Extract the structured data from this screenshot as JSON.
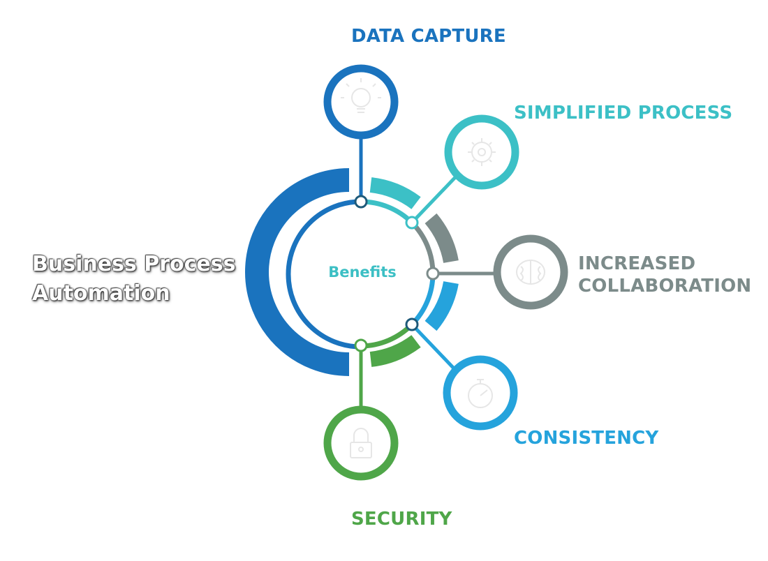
{
  "title": {
    "line1": "Business Process",
    "line2": "Automation"
  },
  "center_label": "Benefits",
  "nodes": [
    {
      "key": "data_capture",
      "label_lines": [
        "DATA CAPTURE"
      ],
      "color": "#1a73be",
      "icon": "lightbulb-icon"
    },
    {
      "key": "simplified_process",
      "label_lines": [
        "SIMPLIFIED PROCESS"
      ],
      "color": "#3cc0c6",
      "icon": "gear-icon"
    },
    {
      "key": "increased_collaboration",
      "label_lines": [
        "INCREASED",
        "COLLABORATION"
      ],
      "color": "#7c8b8a",
      "icon": "brain-icon"
    },
    {
      "key": "consistency",
      "label_lines": [
        "CONSISTENCY"
      ],
      "color": "#25a3dc",
      "icon": "stopwatch-icon"
    },
    {
      "key": "security",
      "label_lines": [
        "SECURITY"
      ],
      "color": "#4fa649",
      "icon": "lock-icon"
    }
  ],
  "colors": {
    "data_capture": "#1a73be",
    "simplified_process": "#3cc0c6",
    "increased_collaboration": "#7c8b8a",
    "consistency": "#25a3dc",
    "security": "#4fa649",
    "center_text": "#3cbfc4"
  }
}
